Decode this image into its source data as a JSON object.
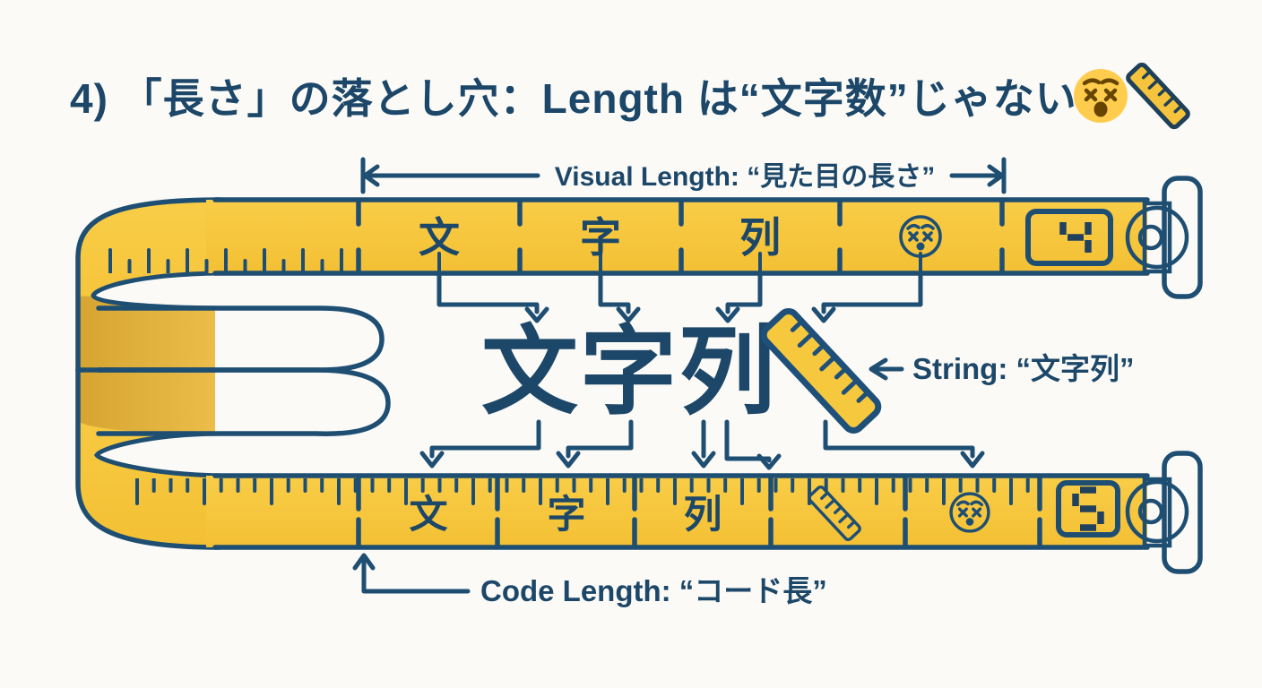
{
  "title": {
    "text": "4) 「長さ」の落とし穴：Length は“文字数”じゃない",
    "icons": [
      "dizzy-face-emoji",
      "ruler-emoji"
    ]
  },
  "annotations": {
    "visual_length": "Visual Length: “見た目の長さ”",
    "string": "String: “文字列”",
    "code_length": "Code Length: “コード長”"
  },
  "center_string": {
    "text": "文字列",
    "trailing_icon": "ruler-emoji"
  },
  "top_tape": {
    "cells": [
      "文",
      "字",
      "列"
    ],
    "icon_cell": "dizzy-face",
    "counter_value": "4"
  },
  "bottom_tape": {
    "cells": [
      "文",
      "字",
      "列"
    ],
    "icon_cells": [
      "ruler",
      "dizzy-face"
    ],
    "counter_value": "5"
  },
  "colors": {
    "background": "#FBFAF6",
    "tape_yellow": "#F7C83C",
    "fold_gold": "#DFAC38",
    "outline_navy": "#1F4E73",
    "text_navy": "#1C4769",
    "teal": "#2FA8B0",
    "display_bg": "#E9F1F5",
    "emoji_face_yellow": "#FFCC4D",
    "emoji_face_brown": "#664500"
  }
}
